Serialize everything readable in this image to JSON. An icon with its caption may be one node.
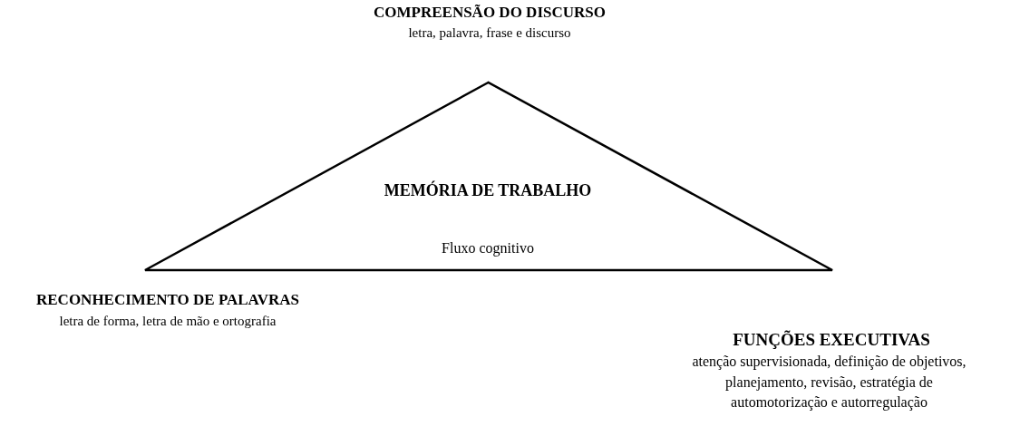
{
  "diagram": {
    "nodes": [
      {
        "text": [
          "MEMÓRIA DE TRABALHO",
          "Fluxo cognitivo"
        ]
      }
    ],
    "labels": [
      "COMPREENSÃO DO DISCURSO",
      "letra, palavra, frase e discurso",
      "RECONHECIMENTO DE PALAVRAS",
      "letra de forma, letra de mão e ortografia",
      "FUNÇÕES EXECUTIVAS",
      "atenção supervisionada, definição de objetivos, planejamento, revisão, estratégia de automotorização e autorregulação"
    ]
  }
}
